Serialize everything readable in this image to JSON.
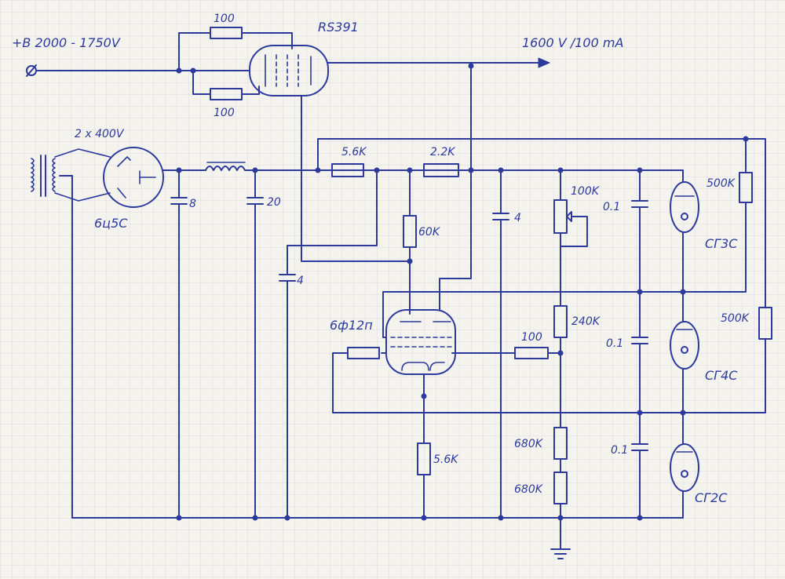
{
  "supply": {
    "input_label": "+B  2000 - 1750V",
    "output_label": "1600 V /100 mA"
  },
  "tubes": {
    "pass_tube": "RS391",
    "rectifier": "6ц5С",
    "amplifier": "6ф12п",
    "vr_top": "СГ3С",
    "vr_mid": "СГ4С",
    "vr_bot": "СГ2С"
  },
  "transformer": {
    "label": "2 x 400V"
  },
  "resistors": {
    "grid_top": "100",
    "grid_bottom": "100",
    "r_5k6_top": "5.6K",
    "r_2k2": "2.2K",
    "r_60k": "60K",
    "pot_100k": "100K",
    "r_240k": "240K",
    "r_100_grid": "100",
    "r_680k_a": "680K",
    "r_680k_b": "680K",
    "r_5k6_cathode": "5.6K",
    "r_500k_top": "500K",
    "r_500k_right": "500K"
  },
  "capacitors": {
    "c_8": "8",
    "c_20": "20",
    "c_4_left": "4",
    "c_4_mid": "4",
    "c_01_a": "0.1",
    "c_01_b": "0.1",
    "c_01_c": "0.1"
  },
  "colors": {
    "ink": "#2d3a9c",
    "paper": "#f4f3ee",
    "grid": "#c9ccd6"
  }
}
